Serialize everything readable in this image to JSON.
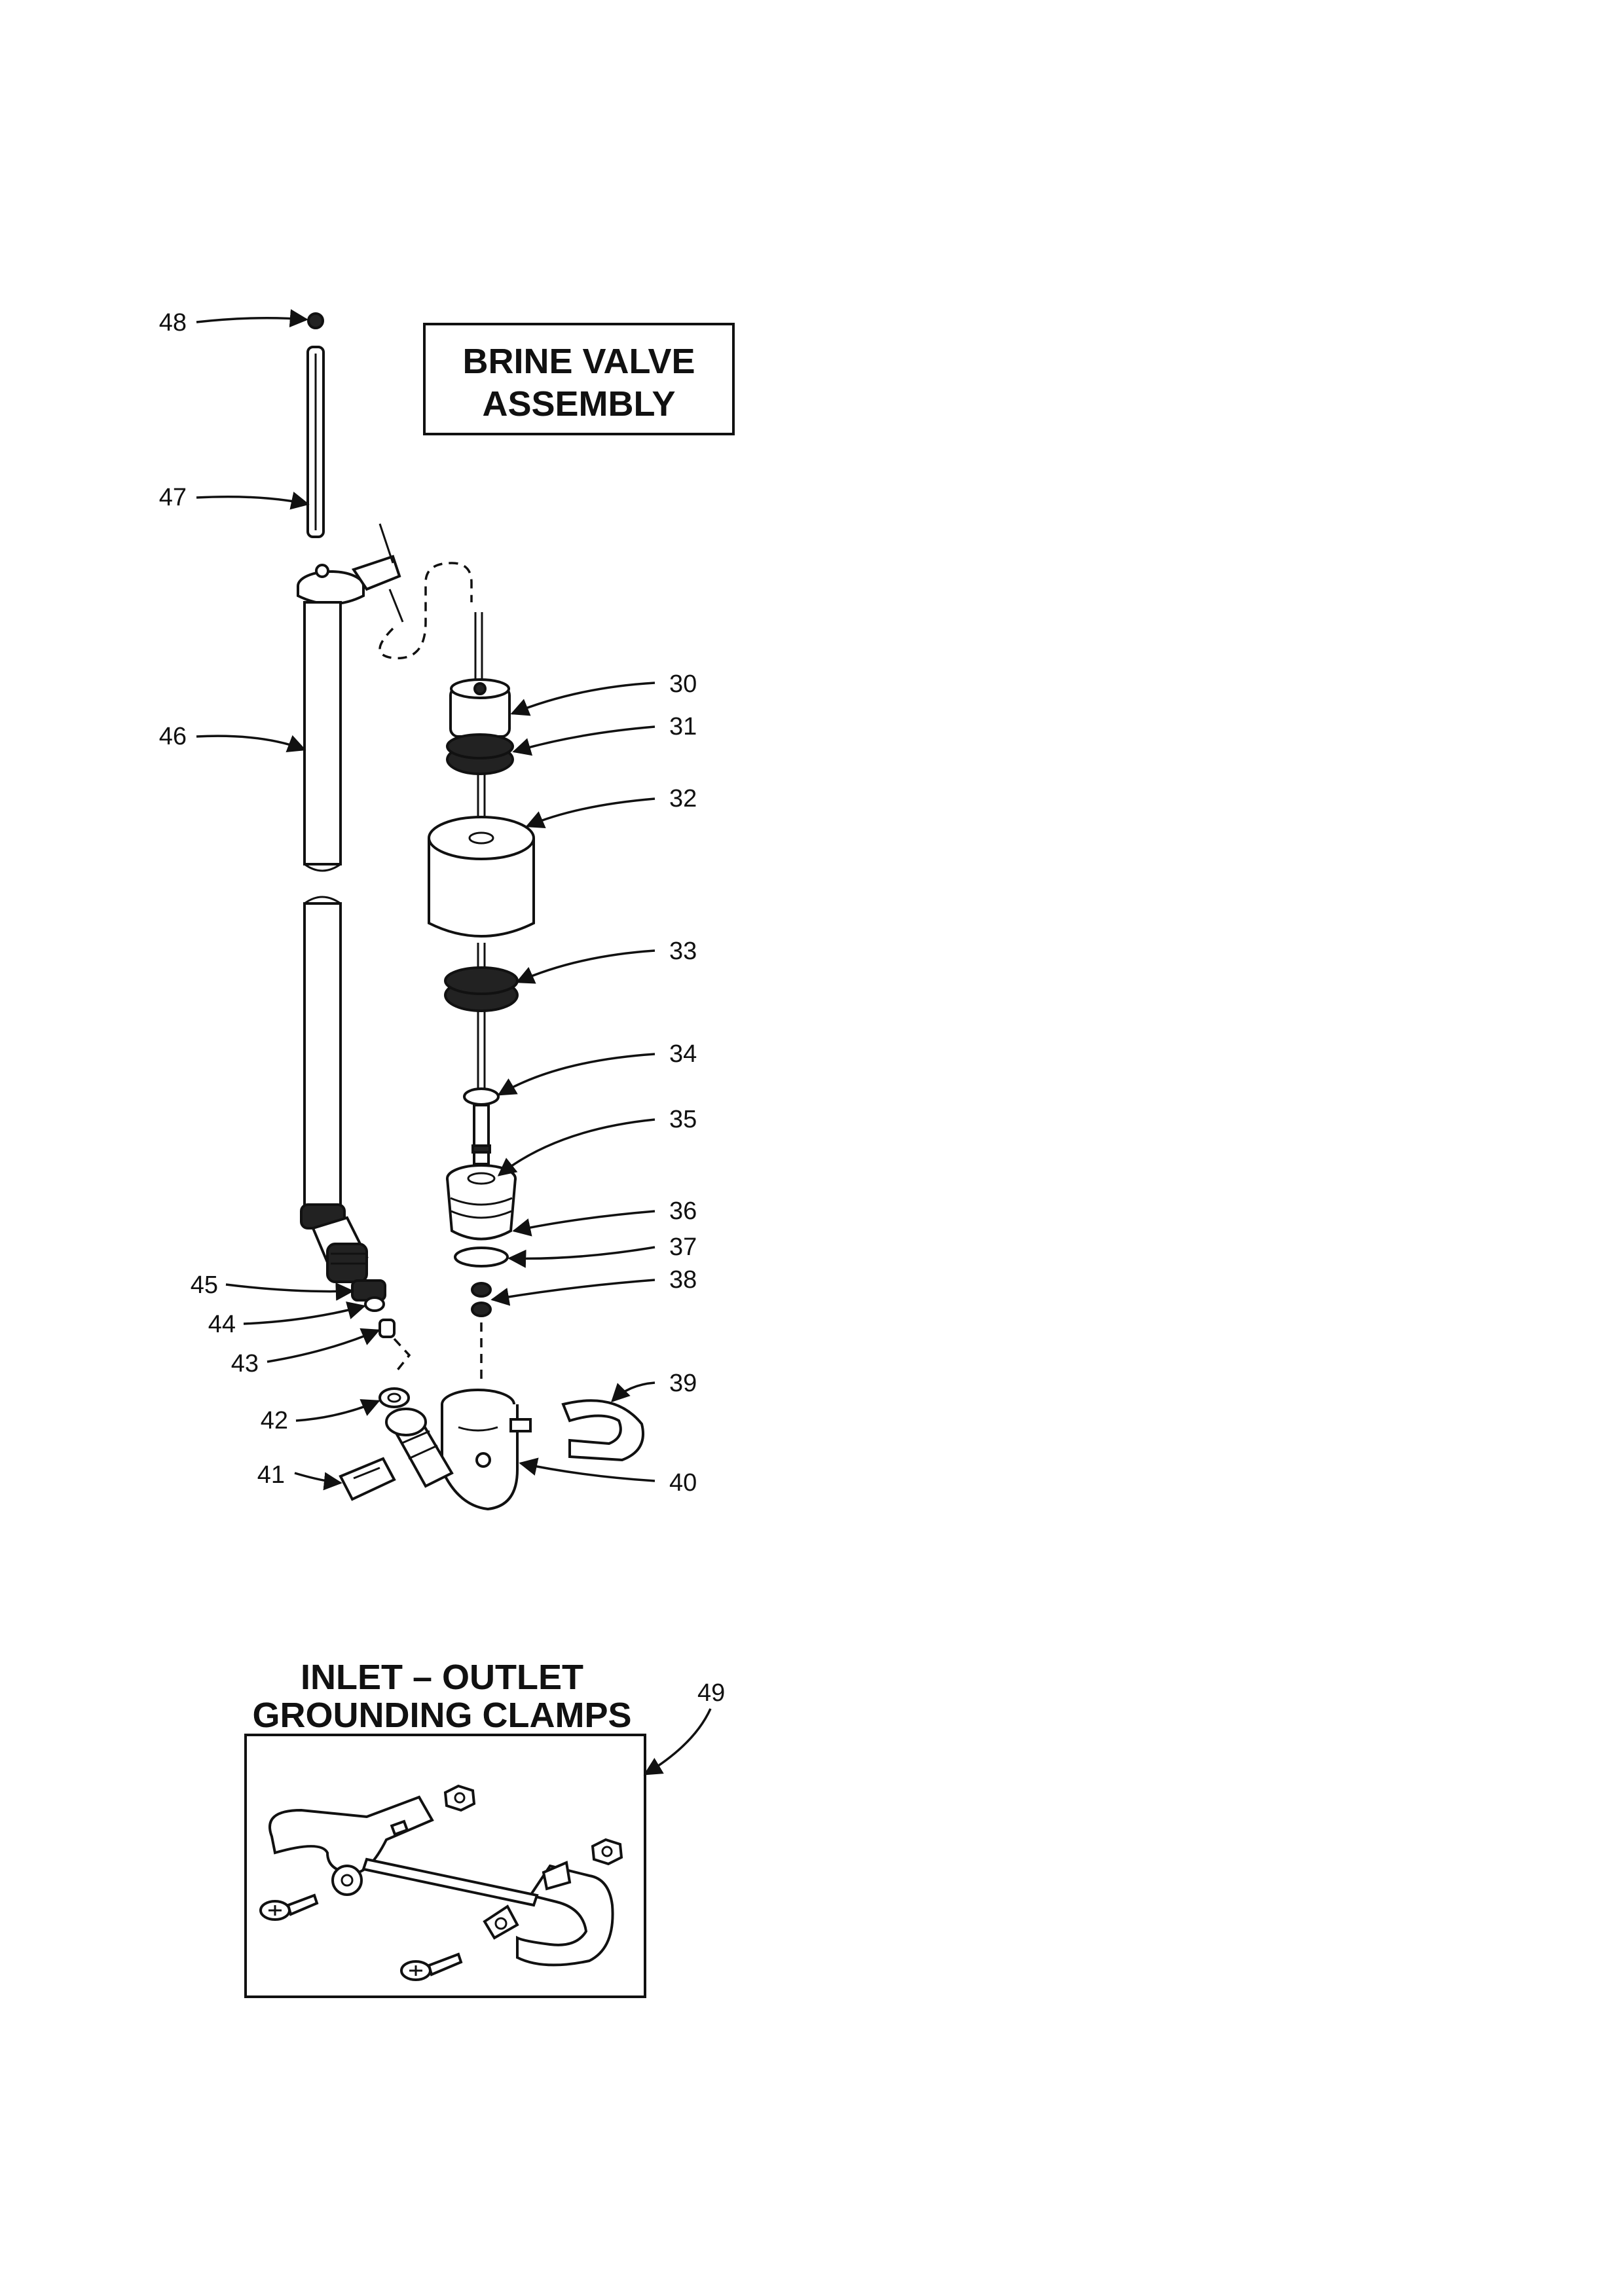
{
  "titles": {
    "brine_line1": "BRINE VALVE",
    "brine_line2": "ASSEMBLY",
    "clamps_line1": "INLET – OUTLET",
    "clamps_line2": "GROUNDING CLAMPS"
  },
  "callouts": {
    "c30": "30",
    "c31": "31",
    "c32": "32",
    "c33": "33",
    "c34": "34",
    "c35": "35",
    "c36": "36",
    "c37": "37",
    "c38": "38",
    "c39": "39",
    "c40": "40",
    "c41": "41",
    "c42": "42",
    "c43": "43",
    "c44": "44",
    "c45": "45",
    "c46": "46",
    "c47": "47",
    "c48": "48",
    "c49": "49"
  }
}
